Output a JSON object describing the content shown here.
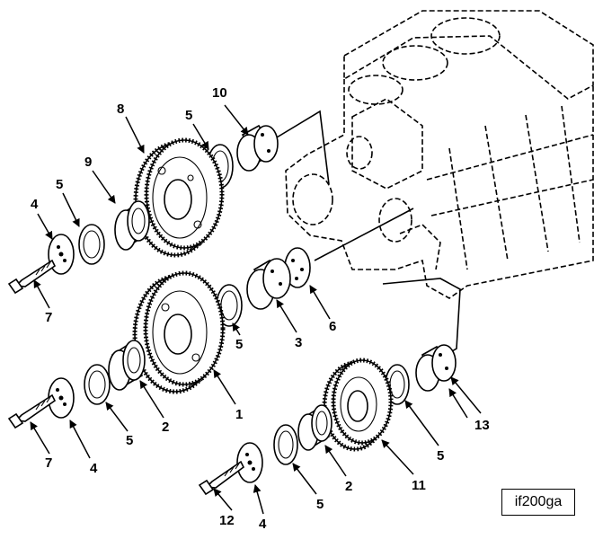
{
  "figure": {
    "id_label": "if200ga",
    "callouts": [
      "1",
      "2",
      "3",
      "4",
      "5",
      "6",
      "7",
      "8",
      "9",
      "10",
      "11",
      "12",
      "13"
    ]
  }
}
